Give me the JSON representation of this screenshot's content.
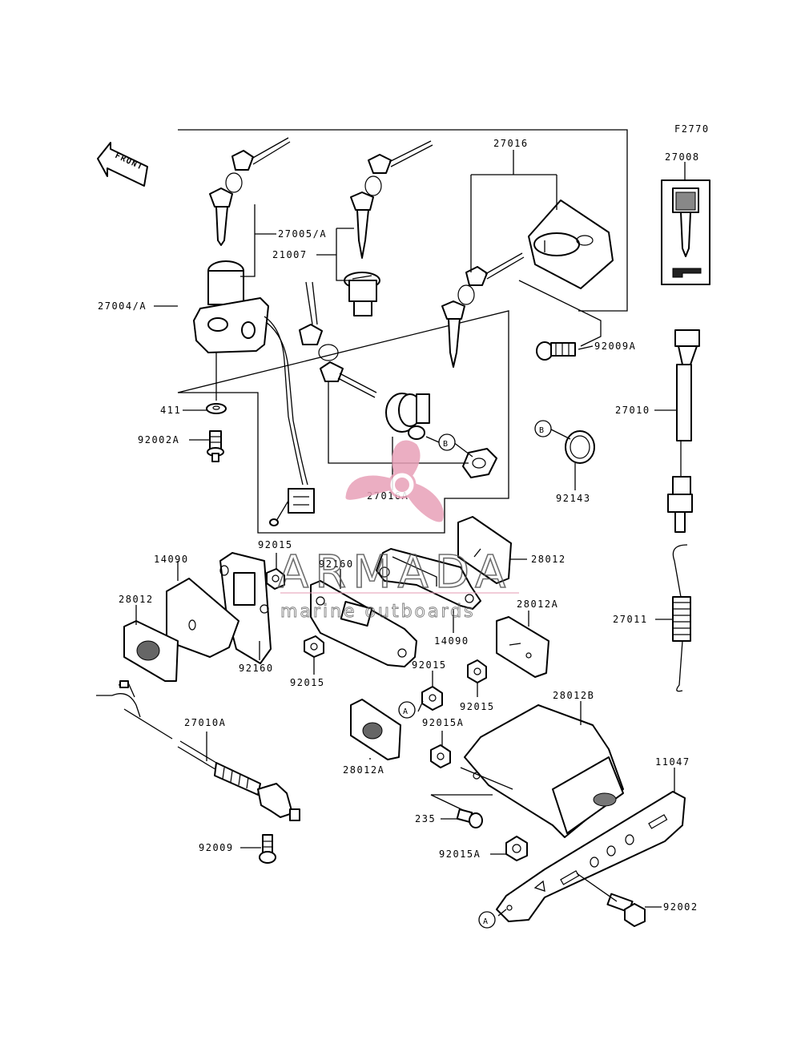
{
  "figure_code": "F2770",
  "front_arrow_text": "FRONT",
  "labels": {
    "p27016": "27016",
    "p27008": "27008",
    "p27005A": "27005/A",
    "p21007": "21007",
    "p27004A": "27004/A",
    "p92009A": "92009A",
    "p27010": "27010",
    "p411": "411",
    "p92002A": "92002A",
    "p27016A": "27016A",
    "p92143": "92143",
    "p92015_a": "92015",
    "p14090_a": "14090",
    "p92160_a": "92160",
    "p28012_b": "28012",
    "p28012_a": "28012",
    "p28012A_a": "28012A",
    "p27011": "27011",
    "p92160_b": "92160",
    "p92015_b": "92015",
    "p14090_b": "14090",
    "p92015_c": "92015",
    "p92015_d": "92015",
    "p28012B": "28012B",
    "p27010A": "27010A",
    "p92015A_a": "92015A",
    "p28012A_b": "28012A",
    "p11047": "11047",
    "p235": "235",
    "p92015A_b": "92015A",
    "p92009": "92009",
    "p92002": "92002"
  },
  "callouts": {
    "b1": "B",
    "b2": "B",
    "a1": "A",
    "a2": "A"
  },
  "watermark": {
    "brand": "ARMADA",
    "tagline": "marine outboards",
    "color": "#e8a0b8"
  }
}
